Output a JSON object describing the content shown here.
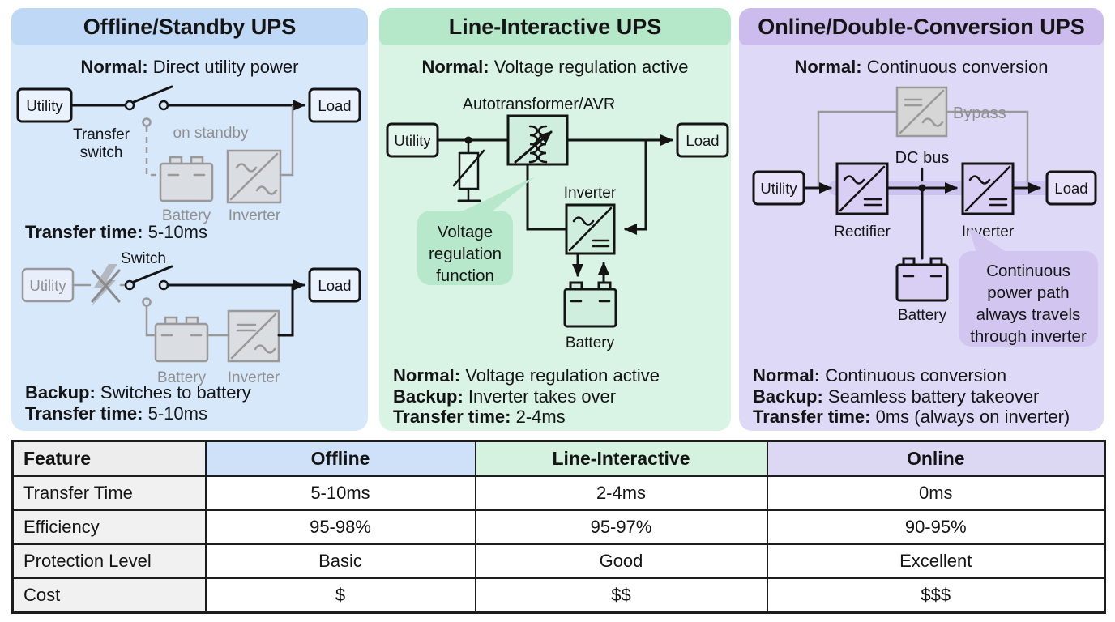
{
  "palette": {
    "offline_panel_bg": "#d7e8fb",
    "offline_header_bg": "#bed8f6",
    "line_panel_bg": "#d9f3e4",
    "line_header_bg": "#b5e7c9",
    "online_panel_bg": "#ded9f6",
    "online_header_bg": "#ccbcee",
    "table_offline_bg": "#cfe1f8",
    "table_line_bg": "#d5f1df",
    "table_online_bg": "#dcd7f3",
    "table_feature_bg": "#ededed",
    "inactive_gray": "#8f8f8f"
  },
  "offline_panel": {
    "title": "Offline/Standby UPS",
    "caption": {
      "label": "Normal:",
      "text": "Direct utility power"
    },
    "normal_diagram": {
      "utility": "Utility",
      "load": "Load",
      "switch_label_line1": "Transfer",
      "switch_label_line2": "switch",
      "standby_note": "on standby",
      "battery": "Battery",
      "inverter": "Inverter"
    },
    "transfer_time": {
      "label": "Transfer time:",
      "text": "5-10ms"
    },
    "backup_diagram": {
      "switch_label": "Switch",
      "utility": "Utility",
      "load": "Load",
      "battery": "Battery",
      "inverter": "Inverter"
    },
    "summary": [
      {
        "label": "Backup:",
        "text": "Switches to battery"
      },
      {
        "label": "Transfer time:",
        "text": "5-10ms"
      }
    ]
  },
  "line_interactive_panel": {
    "title": "Line-Interactive UPS",
    "caption": {
      "label": "Normal:",
      "text": "Voltage regulation active"
    },
    "diagram": {
      "avr_label": "Autotransformer/AVR",
      "utility": "Utility",
      "load": "Load",
      "inverter": "Inverter",
      "battery": "Battery",
      "callout": [
        "Voltage",
        "regulation",
        "function"
      ]
    },
    "summary": [
      {
        "label": "Normal:",
        "text": "Voltage regulation active"
      },
      {
        "label": "Backup:",
        "text": "Inverter takes over"
      },
      {
        "label": "Transfer time:",
        "text": "2-4ms"
      }
    ]
  },
  "online_panel": {
    "title": "Online/Double-Conversion UPS",
    "caption": {
      "label": "Normal:",
      "text": "Continuous conversion"
    },
    "diagram": {
      "bypass": "Bypass",
      "dc_bus": "DC bus",
      "utility": "Utility",
      "load": "Load",
      "rectifier": "Rectifier",
      "inverter": "Inverter",
      "battery": "Battery",
      "callout": [
        "Continuous",
        "power path",
        "always travels",
        "through inverter"
      ]
    },
    "summary": [
      {
        "label": "Normal:",
        "text": "Continuous conversion"
      },
      {
        "label": "Backup:",
        "text": "Seamless battery takeover"
      },
      {
        "label": "Transfer time:",
        "text": "0ms (always on inverter)"
      }
    ]
  },
  "comparison_table": {
    "columns": [
      "Feature",
      "Offline",
      "Line-Interactive",
      "Online"
    ],
    "rows": [
      {
        "feature": "Transfer Time",
        "offline": "5-10ms",
        "line_interactive": "2-4ms",
        "online": "0ms"
      },
      {
        "feature": "Efficiency",
        "offline": "95-98%",
        "line_interactive": "95-97%",
        "online": "90-95%"
      },
      {
        "feature": "Protection Level",
        "offline": "Basic",
        "line_interactive": "Good",
        "online": "Excellent"
      },
      {
        "feature": "Cost",
        "offline": "$",
        "line_interactive": "$$",
        "online": "$$$"
      }
    ]
  }
}
